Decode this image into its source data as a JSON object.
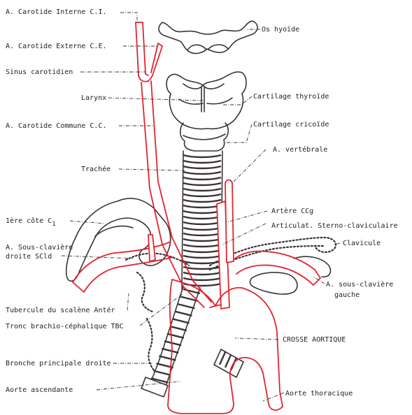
{
  "figure": {
    "labels": {
      "carotide_interne": "A. Carotide Interne  C.I.",
      "os_hyoide": "Os hyoïde",
      "carotide_externe": "A. Carotide Externe  C.E.",
      "sinus_carotidien": "Sinus carotidien",
      "larynx": "Larynx",
      "cartilage_thyroide": "Cartilage thyroïde",
      "carotide_commune": "A. Carotide Commune  C.C.",
      "cartilage_cricoide": "Cartilage cricoïde",
      "vertebrale": "A. vertébrale",
      "trachee": "Trachée",
      "artere_ccg": "Artère CCg",
      "premiere_cote": "1ère côte  C",
      "premiere_cote_sub": "1",
      "articulat": "Articulat. Sterno-claviculaire",
      "clavicule": "Clavicule",
      "sous_claviere_droite_1": "A. Sous-clavière",
      "sous_claviere_droite_2": "droite  SCld",
      "sous_claviere_gauche_1": "A. sous-clavière",
      "sous_claviere_gauche_2": "gauche",
      "tubercule": "Tubercule du scalène Antér",
      "tronc": "Tronc brachio-céphalique TBC",
      "crosse": "CROSSE AORTIQUE",
      "bronche": "Bronche principale droite",
      "aorte_ascendante": "Aorte ascendante",
      "aorte_thoracique": "Aorte thoracique"
    },
    "colors": {
      "artery": "#e2242f",
      "ink": "#3a3335"
    }
  }
}
